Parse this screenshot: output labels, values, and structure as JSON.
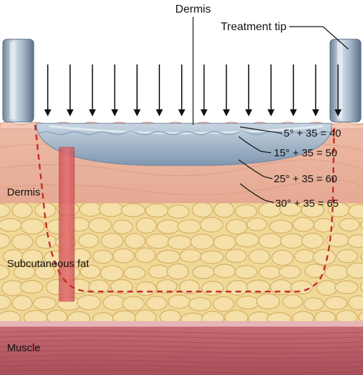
{
  "labels": {
    "dermis_top": "Dermis",
    "treatment_tip": "Treatment tip",
    "dermis_layer": "Dermis",
    "subcutaneous_fat": "Subcutaneous fat",
    "muscle": "Muscle"
  },
  "equations": [
    "5° + 35 = 40",
    "15° + 35 = 50",
    "25° + 35 = 60",
    "30° + 35 = 65"
  ],
  "colors": {
    "epidermis": "#e9b5a0",
    "dermis": "#e8b09b",
    "fat": "#f0d998",
    "fat_cell_border": "#d9b46a",
    "muscle": "#b8606a",
    "dashed_boundary": "#c42a2a",
    "probe_bar": "#d9545c",
    "cooling_plate": "#b9c8d8",
    "tip_metal": "#9eb0c4",
    "arrow": "#111111"
  }
}
